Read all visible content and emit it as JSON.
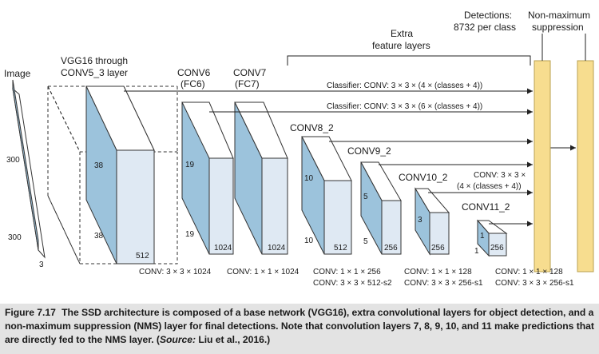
{
  "colors": {
    "front_face": "#dfe9f3",
    "side_face": "#9cc3dc",
    "top_face": "#ffffff",
    "nms_bar": "#f7dd8f",
    "nms_bar_stroke": "#b9a050",
    "caption_bg": "#e3e3e3"
  },
  "labels": {
    "image": "Image",
    "vgg_line1": "VGG16 through",
    "vgg_line2": "CONV5_3 layer",
    "conv6_line1": "CONV6",
    "conv6_line2": "(FC6)",
    "conv7_line1": "CONV7",
    "conv7_line2": "(FC7)",
    "conv8": "CONV8_2",
    "conv9": "CONV9_2",
    "conv10": "CONV10_2",
    "conv11": "CONV11_2",
    "extra_line1": "Extra",
    "extra_line2": "feature layers",
    "detections_line1": "Detections:",
    "detections_line2": "8732 per class",
    "nms_line1": "Non-maximum",
    "nms_line2": "suppression"
  },
  "classifiers": {
    "c1": "Classifier: CONV: 3 × 3 × (4 × (classes + 4))",
    "c2": "Classifier: CONV: 3 × 3 × (6 × (classes + 4))",
    "c3_line1": "CONV: 3 × 3 ×",
    "c3_line2": "(4 × (classes + 4))"
  },
  "dims": {
    "image_300a": "300",
    "image_300b": "300",
    "image_3": "3",
    "vgg_38a": "38",
    "vgg_38b": "38",
    "vgg_512": "512",
    "c6_19a": "19",
    "c6_19b": "19",
    "c6_1024": "1024",
    "c7_1024": "1024",
    "c8_10a": "10",
    "c8_10b": "10",
    "c8_512": "512",
    "c9_5a": "5",
    "c9_5b": "5",
    "c9_256": "256",
    "c10_3": "3",
    "c10_256": "256",
    "c11_1a": "1",
    "c11_1b": "1",
    "c11_256": "256"
  },
  "conv_specs": {
    "s6": "CONV: 3 × 3 × 1024",
    "s7": "CONV: 1 × 1 × 1024",
    "s8_line1": "CONV: 1 × 1 × 256",
    "s8_line2": "CONV: 3 × 3 × 512-s2",
    "s10_line1": "CONV: 1 × 1 × 128",
    "s10_line2": "CONV: 3 × 3 × 256-s1",
    "s11_line1": "CONV: 1 × 1 × 128",
    "s11_line2": "CONV: 3 × 3 × 256-s1"
  },
  "caption": {
    "figure": "Figure 7.17",
    "text": "The SSD architecture is composed of a base network (VGG16), extra convolutional layers for object detection, and a non-maximum suppression (NMS) layer for final detections. Note that convolution layers 7, 8, 9, 10, and 11 make predictions that are directly fed to the NMS layer. (",
    "source_label": "Source:",
    "source_text": " Liu et al., 2016.)"
  }
}
